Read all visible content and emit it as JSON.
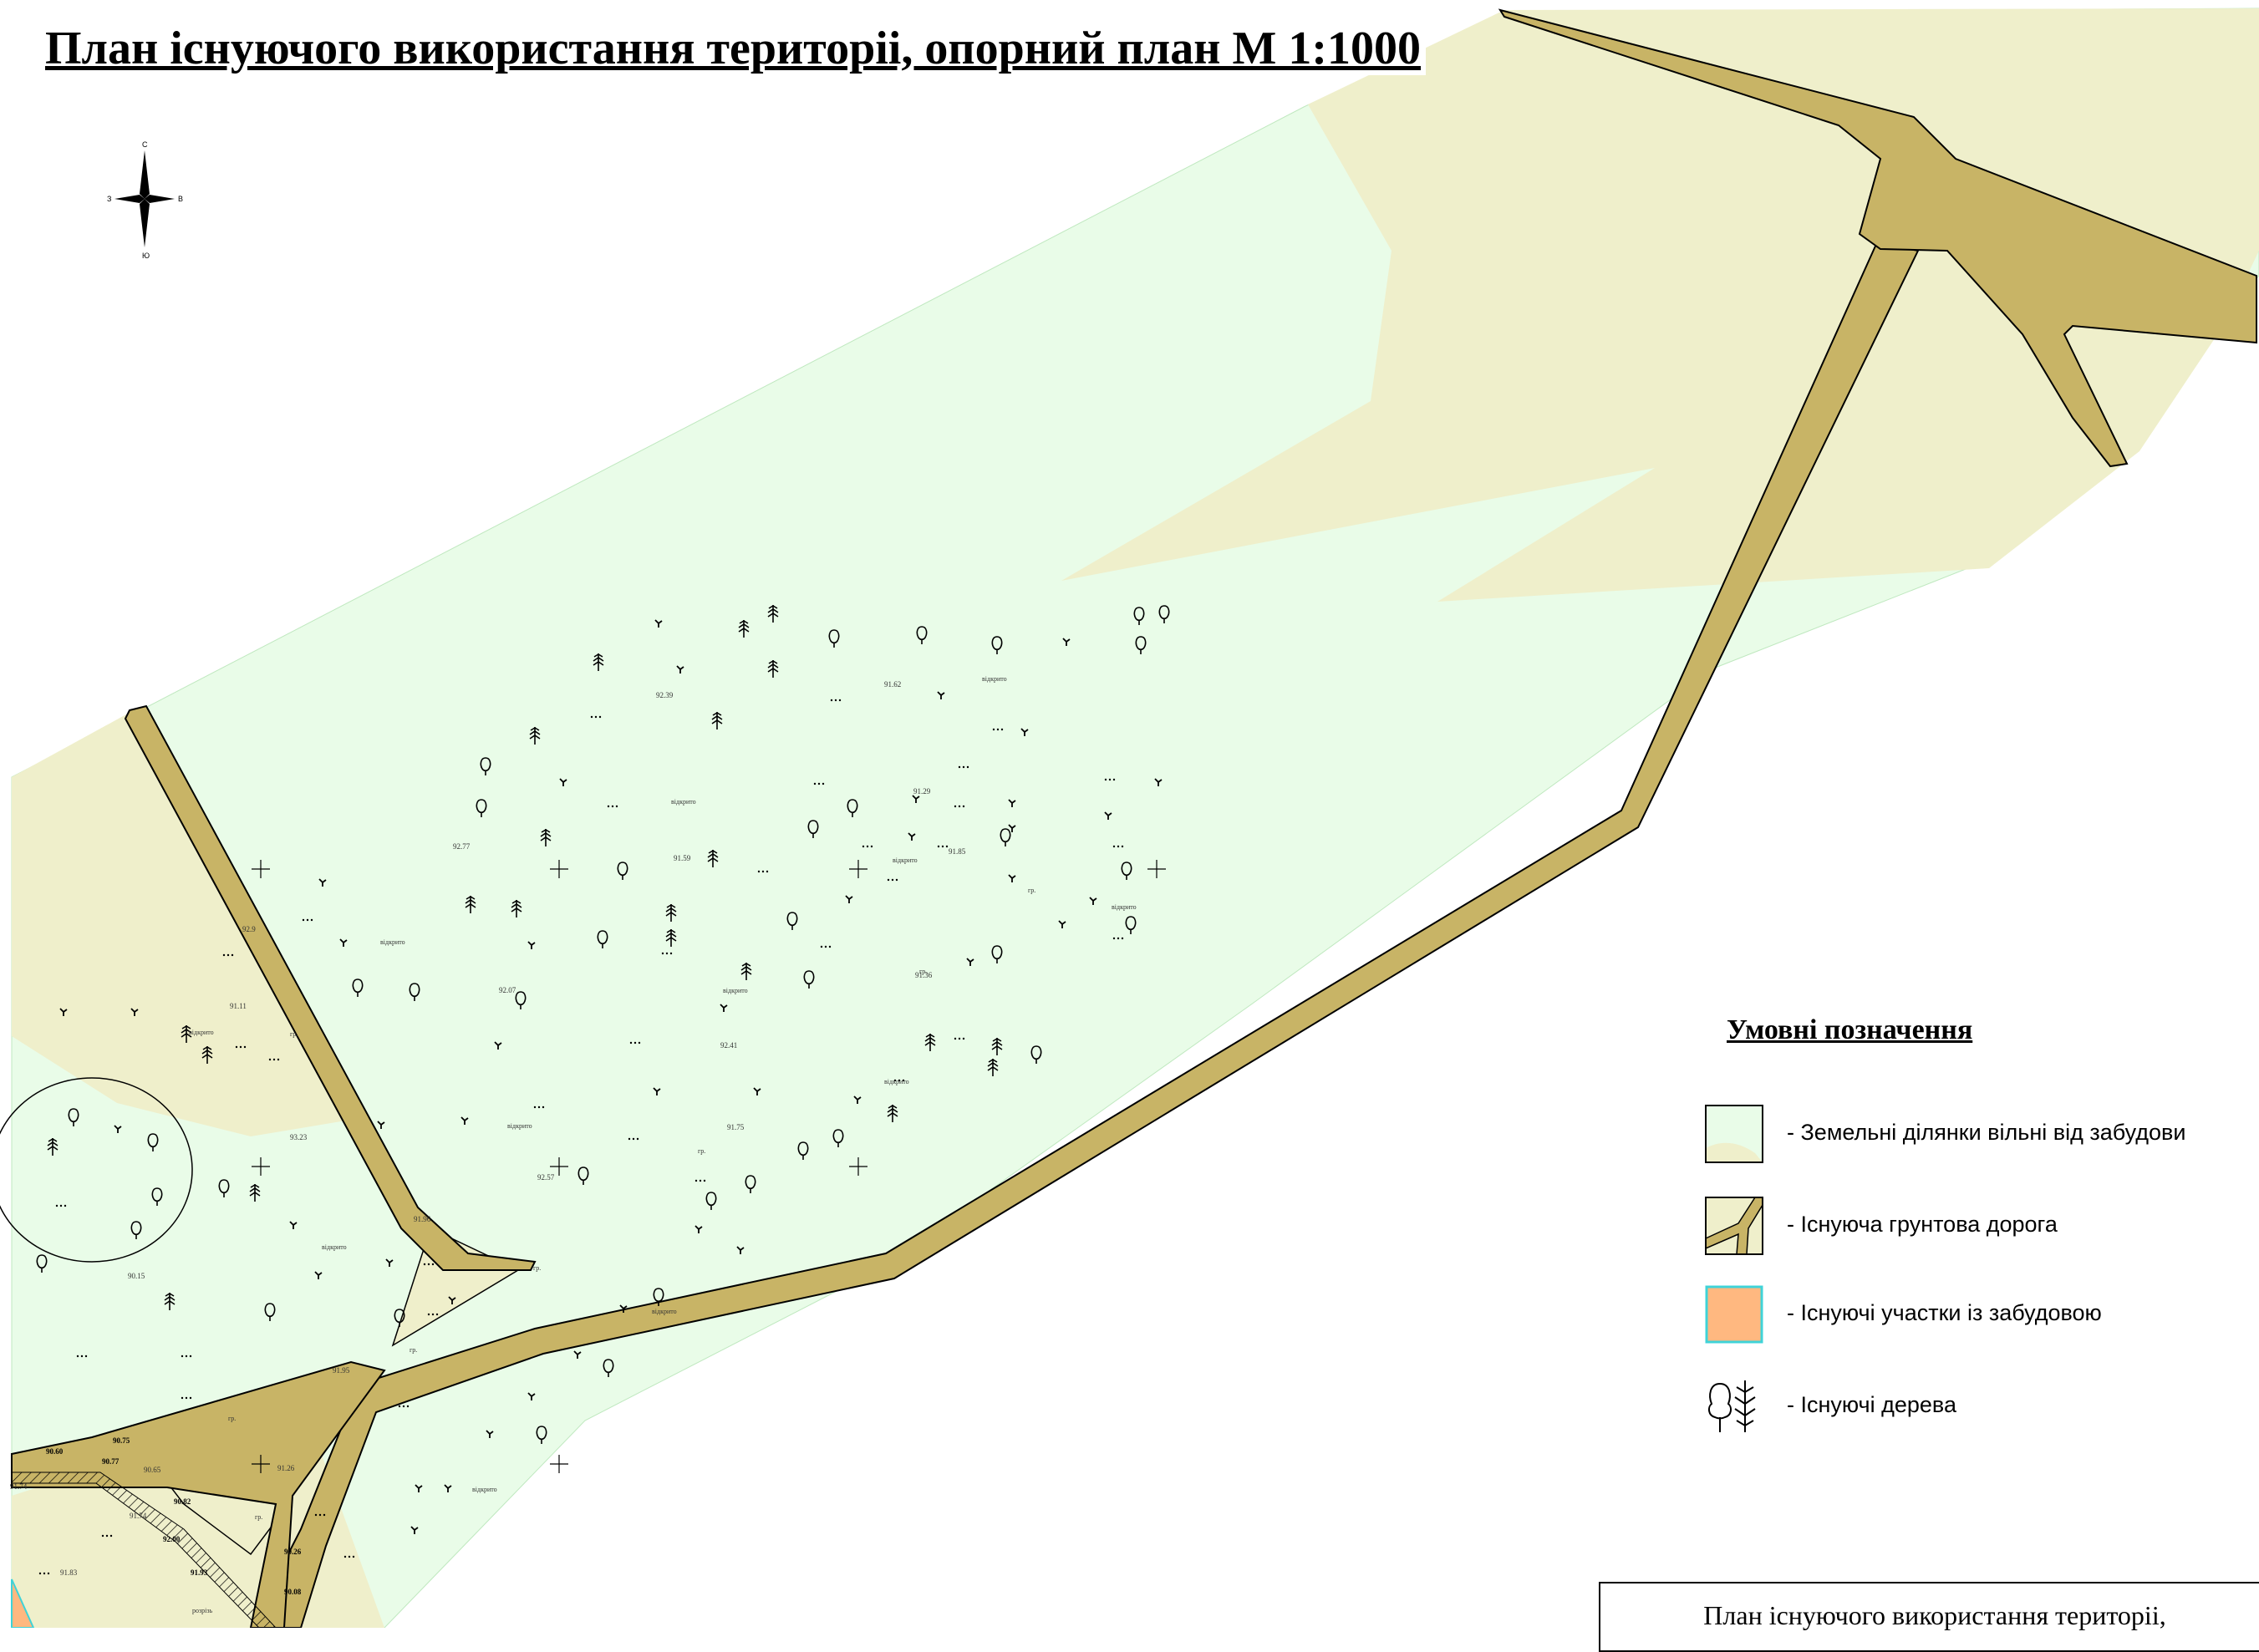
{
  "title": "План існуючого  використання територіі, опорний план М 1:1000",
  "compass": {
    "north": "С",
    "south": "Ю",
    "west": "З",
    "east": "В"
  },
  "legend": {
    "title": "Умовні позначення",
    "items": [
      {
        "icon": "free-land-swatch",
        "label": "- Земельні ділянки вільні від забудови"
      },
      {
        "icon": "dirt-road-swatch",
        "label": "- Існуюча грунтова дорога"
      },
      {
        "icon": "built-plot-swatch",
        "label": "- Існуючі участки із забудовою"
      },
      {
        "icon": "trees-icon",
        "label": "- Існуючі дерева"
      }
    ]
  },
  "stamp": {
    "text": "План існуючого  використання територіі,"
  },
  "elevations": [
    "92.39",
    "91.62",
    "91.29",
    "92.77",
    "91.59",
    "91.85",
    "92.07",
    "91.11",
    "92.41",
    "92.57",
    "91.36",
    "91.75",
    "93.23",
    "91.96",
    "90.15",
    "91.95",
    "91.26",
    "90.65",
    "91.74",
    "91.74",
    "91.83",
    "92.9"
  ],
  "bold_elevations": [
    "90.75",
    "90.60",
    "90.77",
    "90.82",
    "92.00",
    "91.93",
    "90.26",
    "90.08"
  ],
  "annotations": [
    "відкрито",
    "відкрито",
    "відкрито",
    "відкрито",
    "відкрито",
    "відкрито",
    "відкрито",
    "відкрито",
    "відкрито",
    "відкрито",
    "відкрито",
    "відкрито",
    "розрізь"
  ],
  "road_labels": [
    "гр.",
    "гр.",
    "гр.",
    "гр.",
    "гр.",
    "гр.",
    "гр.",
    "гр."
  ],
  "colors": {
    "free_land": "#e9fce8",
    "meadow": "#efefcb",
    "road_fill": "#c8b466",
    "built_plot": "#ffb880",
    "built_plot_border": "#3fd3d8"
  }
}
